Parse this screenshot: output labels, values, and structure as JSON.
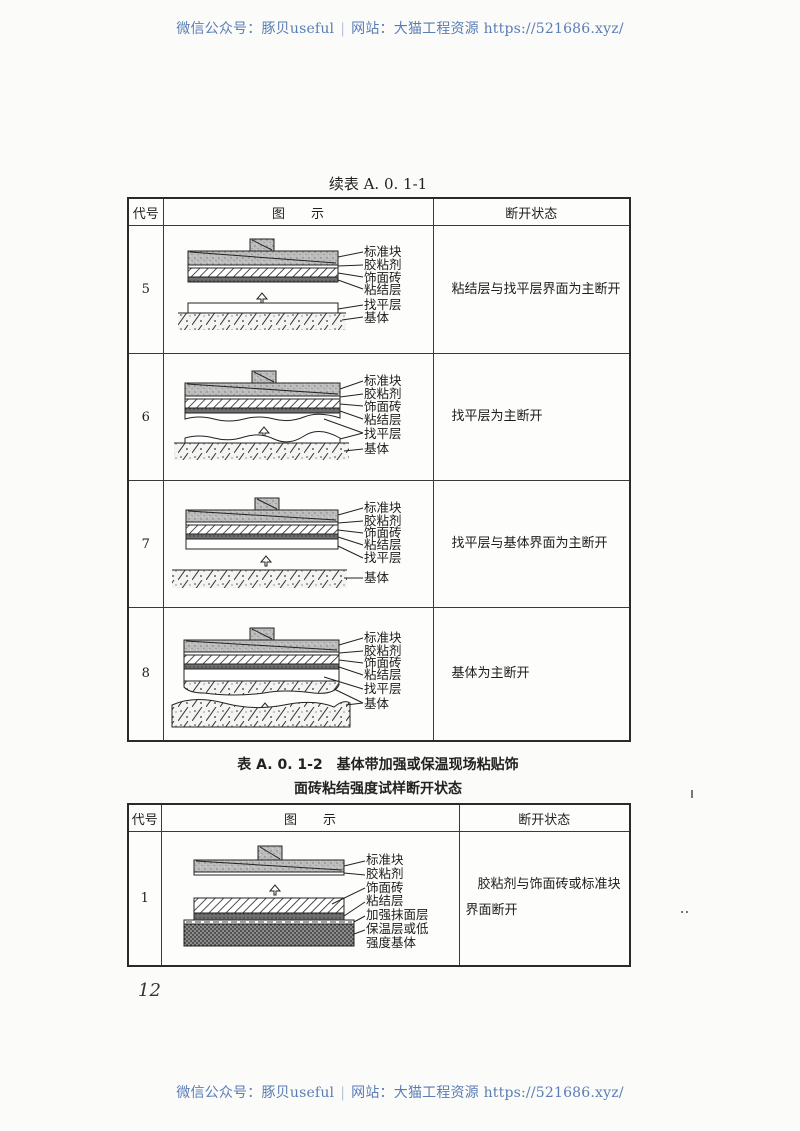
{
  "watermark": {
    "wechat": "微信公众号：豚贝useful",
    "separator": "|",
    "site": "网站：大猫工程资源 https://521686.xyz/"
  },
  "table1": {
    "caption": "续表 A. 0. 1-1",
    "headers": {
      "code": "代号",
      "figure": "图　　示",
      "status": "断开状态"
    },
    "rows": [
      {
        "code": "5",
        "labels": [
          "标准块",
          "胶粘剂",
          "饰面砖",
          "粘结层",
          "找平层",
          "基体"
        ],
        "status": "粘结层与找平层界面为主断开"
      },
      {
        "code": "6",
        "labels": [
          "标准块",
          "胶粘剂",
          "饰面砖",
          "粘结层",
          "找平层",
          "基体"
        ],
        "status": "找平层为主断开"
      },
      {
        "code": "7",
        "labels": [
          "标准块",
          "胶粘剂",
          "饰面砖",
          "粘结层",
          "找平层",
          "基体"
        ],
        "status": "找平层与基体界面为主断开"
      },
      {
        "code": "8",
        "labels": [
          "标准块",
          "胶粘剂",
          "饰面砖",
          "粘结层",
          "找平层",
          "基体"
        ],
        "status": "基体为主断开"
      }
    ]
  },
  "table2": {
    "caption_line1": "表 A. 0. 1-2　基体带加强或保温现场粘贴饰",
    "caption_line2": "面砖粘结强度试样断开状态",
    "headers": {
      "code": "代号",
      "figure": "图　　示",
      "status": "断开状态"
    },
    "rows": [
      {
        "code": "1",
        "labels": [
          "标准块",
          "胶粘剂",
          "饰面砖",
          "粘结层",
          "加强抹面层",
          "保温层或低",
          "强度基体"
        ],
        "status": "胶粘剂与饰面砖或标准块界面断开"
      }
    ]
  },
  "page_number": "12",
  "colors": {
    "watermark": "#5a7db4",
    "rule": "#2a2a2a",
    "paper": "#fbfbfa"
  }
}
